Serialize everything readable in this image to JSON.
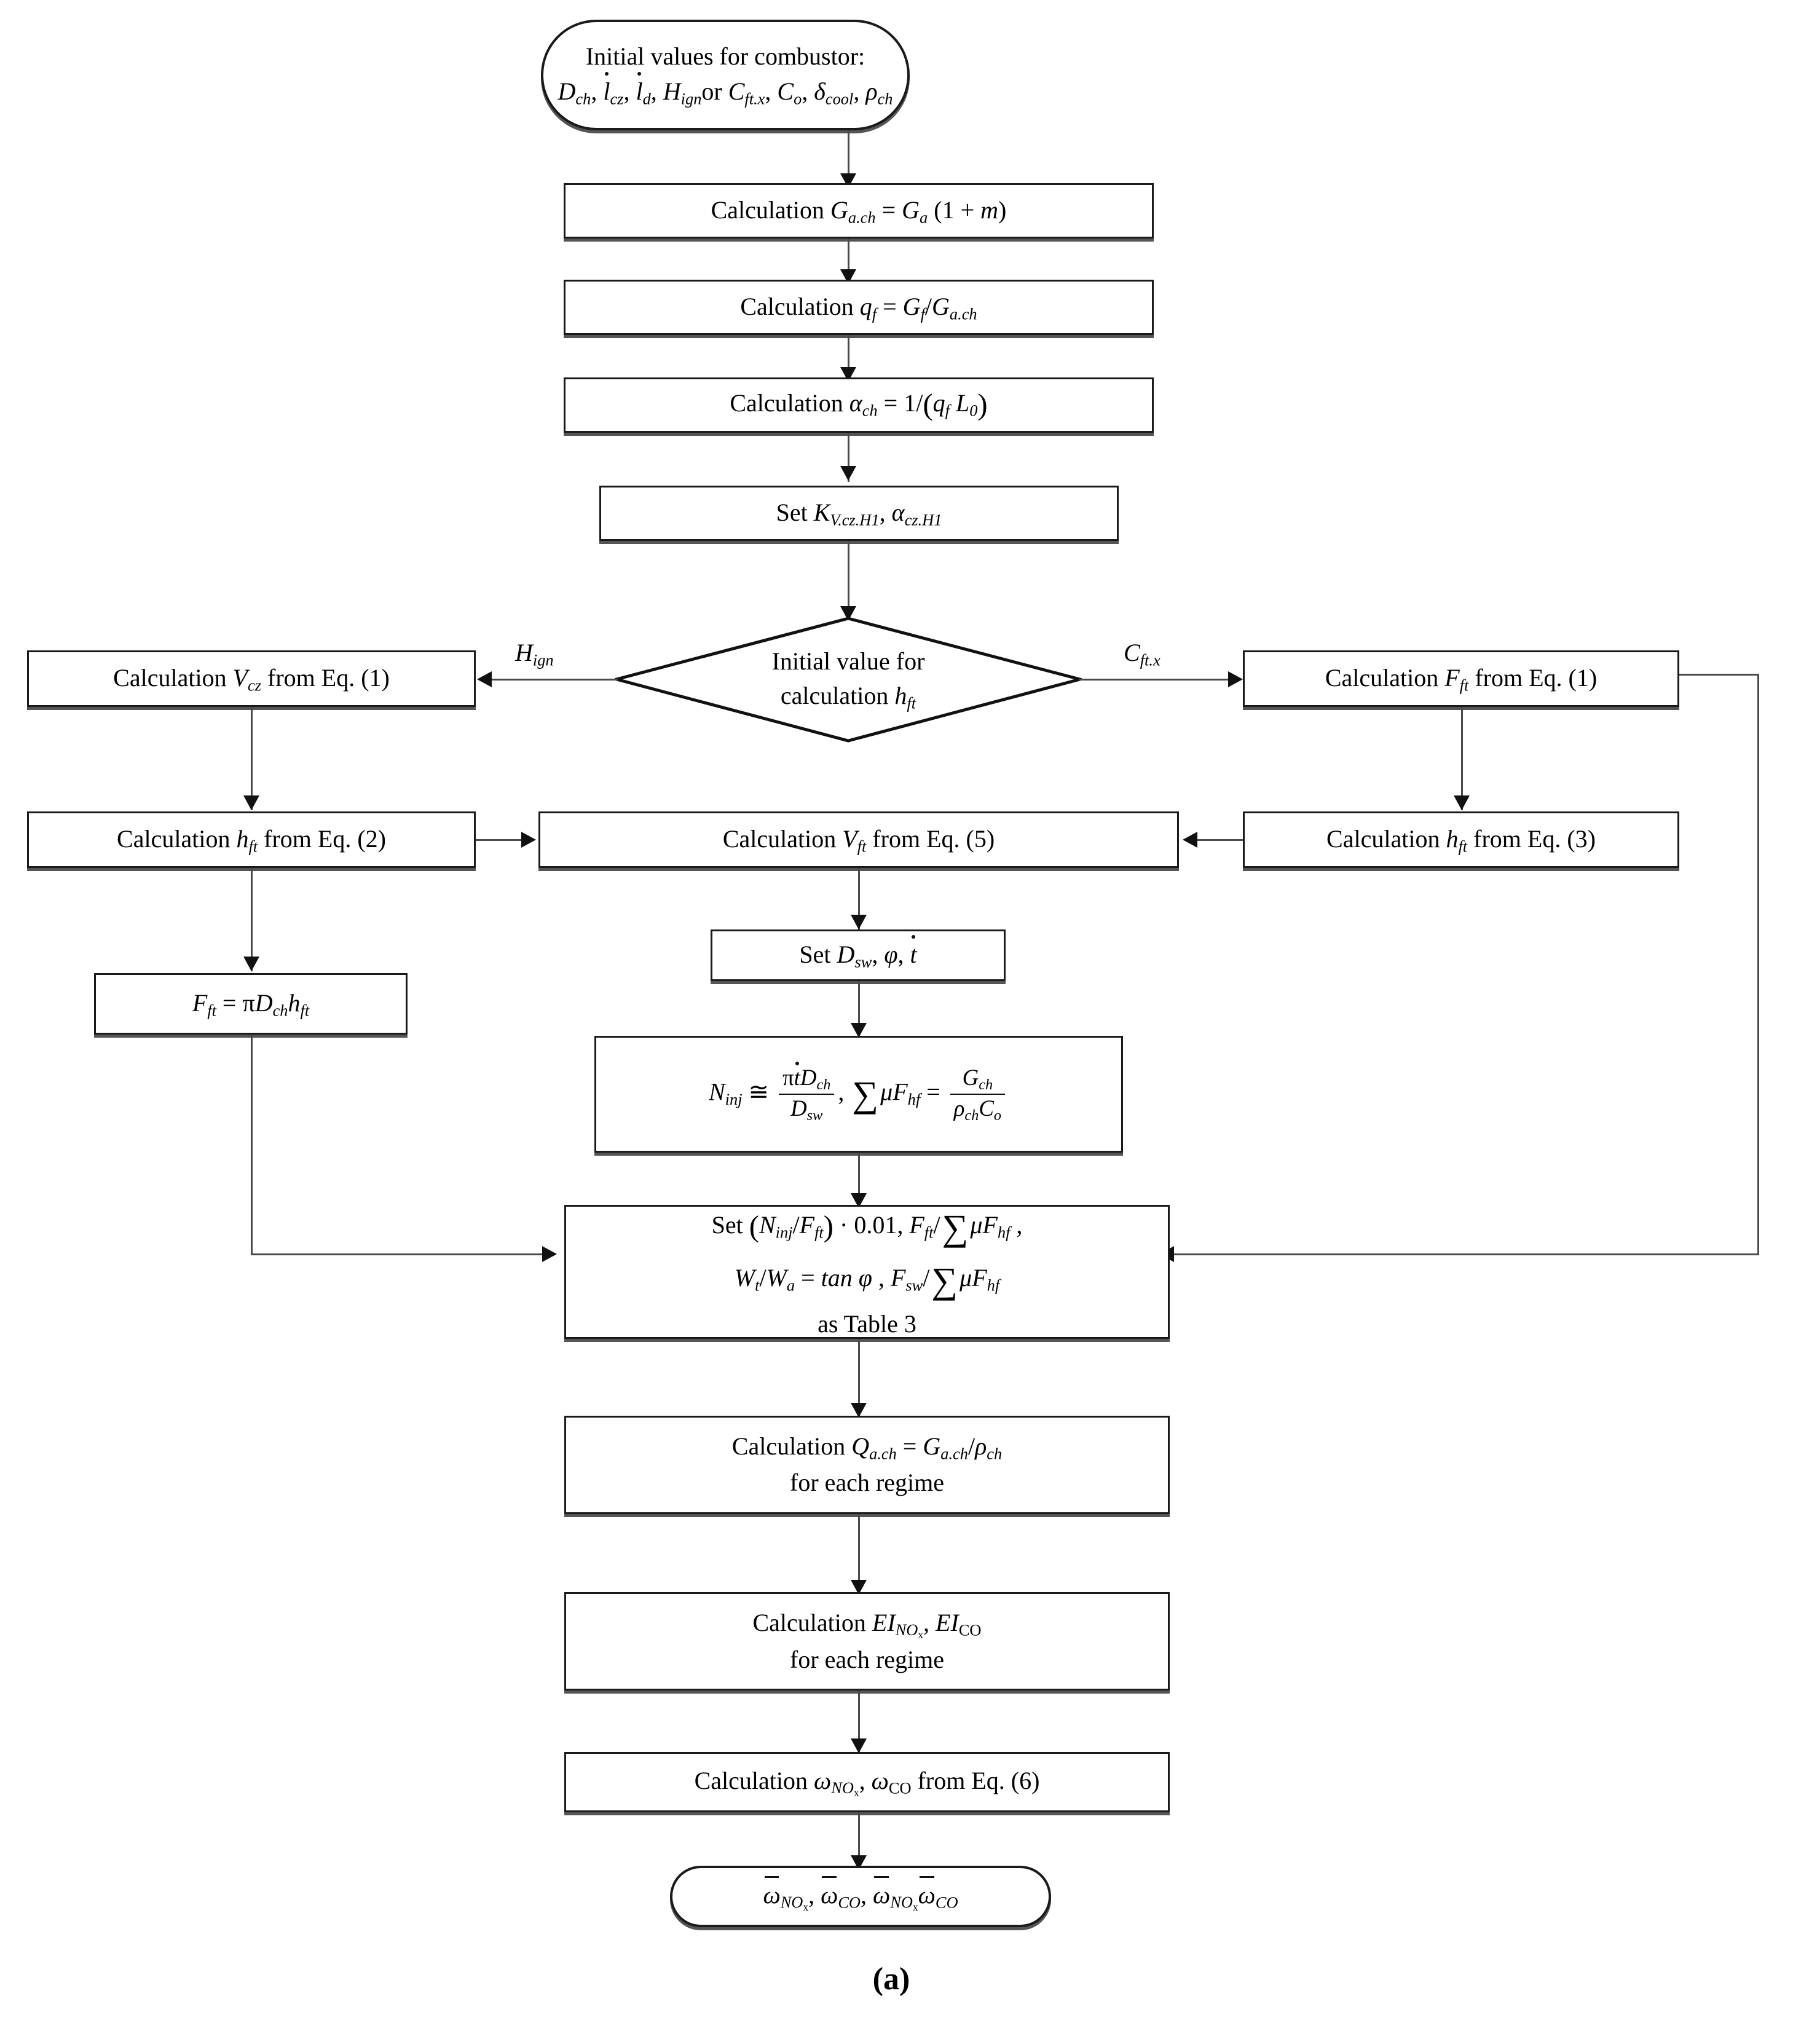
{
  "diagram": {
    "type": "flowchart",
    "caption": "(a)",
    "nodes": {
      "start": {
        "shape": "terminator",
        "line1": "Initial values for combustor:",
        "line2": "D_ch, l̇_cz, l̇_d, H_ign or C_ft.x, C_o, δ_cool, ρ_ch"
      },
      "calc_gach": {
        "shape": "process",
        "text": "Calculation G_a.ch = G_a (1 + m)"
      },
      "calc_qf": {
        "shape": "process",
        "text": "Calculation q_f = G_f / G_a.ch"
      },
      "calc_alpha": {
        "shape": "process",
        "text": "Calculation α_ch = 1/(q_f L_0)"
      },
      "set_kv": {
        "shape": "process",
        "text": "Set K_V.cz.H1, α_cz.H1"
      },
      "decision": {
        "shape": "decision",
        "line1": "Initial value for",
        "line2": "calculation h_ft"
      },
      "calc_vcz": {
        "shape": "process",
        "text": "Calculation V_cz from Eq. (1)"
      },
      "calc_fft_eq1": {
        "shape": "process",
        "text": "Calculation F_ft from Eq. (1)"
      },
      "calc_hft_eq2": {
        "shape": "process",
        "text": "Calculation h_ft from Eq. (2)"
      },
      "calc_vft_eq5": {
        "shape": "process",
        "text": "Calculation V_ft from Eq. (5)"
      },
      "calc_hft_eq3": {
        "shape": "process",
        "text": "Calculation h_ft from Eq. (3)"
      },
      "fft_formula": {
        "shape": "process",
        "text": "F_ft = πD_ch h_ft"
      },
      "set_dsw": {
        "shape": "process",
        "text": "Set D_sw, φ, ṫ"
      },
      "ninj_formula": {
        "shape": "process",
        "text": "N_inj ≅ πṫD_ch / D_sw , Σ μF_hf = G_ch / (ρ_ch C_o)"
      },
      "set_table3": {
        "shape": "process",
        "line1": "Set (N_inj/F_ft) · 0.01, F_ft/Σ μF_hf ,",
        "line2": "W_t/W_a = tan φ , F_sw/Σ μF_hf",
        "line3": "as Table 3"
      },
      "calc_qach": {
        "shape": "process",
        "line1": "Calculation Q_a.ch = G_a.ch/ρ_ch",
        "line2": "for each regime"
      },
      "calc_ei": {
        "shape": "process",
        "line1": "Calculation EI_NOx, EI_CO",
        "line2": "for each regime"
      },
      "calc_omega": {
        "shape": "process",
        "text": "Calculation ω_NOx, ω_CO from Eq. (6)"
      },
      "end": {
        "shape": "terminator",
        "text": "ω̄_NOx, ω̄_CO, ω̄_NOx ω̄_CO"
      }
    },
    "edge_labels": {
      "left_branch": "H_ign",
      "right_branch": "C_ft.x"
    },
    "colors": {
      "node_border": "#1a1a1a",
      "node_shadow": "#555555",
      "connector": "#4a4a4a",
      "background": "#ffffff",
      "text": "#000000"
    }
  }
}
